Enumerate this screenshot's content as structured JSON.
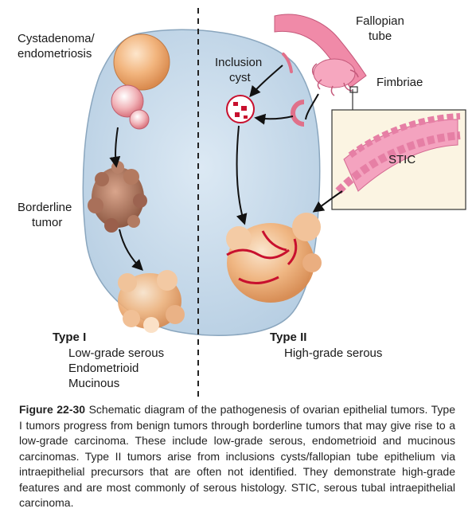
{
  "labels": {
    "cystadenoma_line1": "Cystadenoma/",
    "cystadenoma_line2": "endometriosis",
    "borderline_line1": "Borderline",
    "borderline_line2": "tumor",
    "inclusion_line1": "Inclusion",
    "inclusion_line2": "cyst",
    "fallopian_line1": "Fallopian",
    "fallopian_line2": "tube",
    "fimbriae": "Fimbriae",
    "stic": "STIC"
  },
  "type1": {
    "title": "Type I",
    "items": [
      "Low-grade serous",
      "Endometrioid",
      "Mucinous"
    ]
  },
  "type2": {
    "title": "Type II",
    "items": [
      "High-grade serous"
    ]
  },
  "caption": {
    "label": "Figure 22-30",
    "text": " Schematic diagram of the pathogenesis of ovarian epithelial tumors. Type I tumors progress from benign tumors through borderline tumors that may give rise to a low-grade carcinoma. These include low-grade serous, endometrioid and mucinous carcinomas. Type II tumors arise from inclusions cysts/fallopian tube epithelium via intraepithelial precursors that are often not identified. They demonstrate high-grade features and are most commonly of serous histology. STIC, serous tubal intraepithelial carcinoma."
  },
  "colors": {
    "ovary": "#c8daea",
    "ovary_outline": "#8aa6be",
    "tumor": "#f0b47a",
    "borderline": "#b07860",
    "tube": "#f08aa8",
    "red": "#c8102e"
  }
}
